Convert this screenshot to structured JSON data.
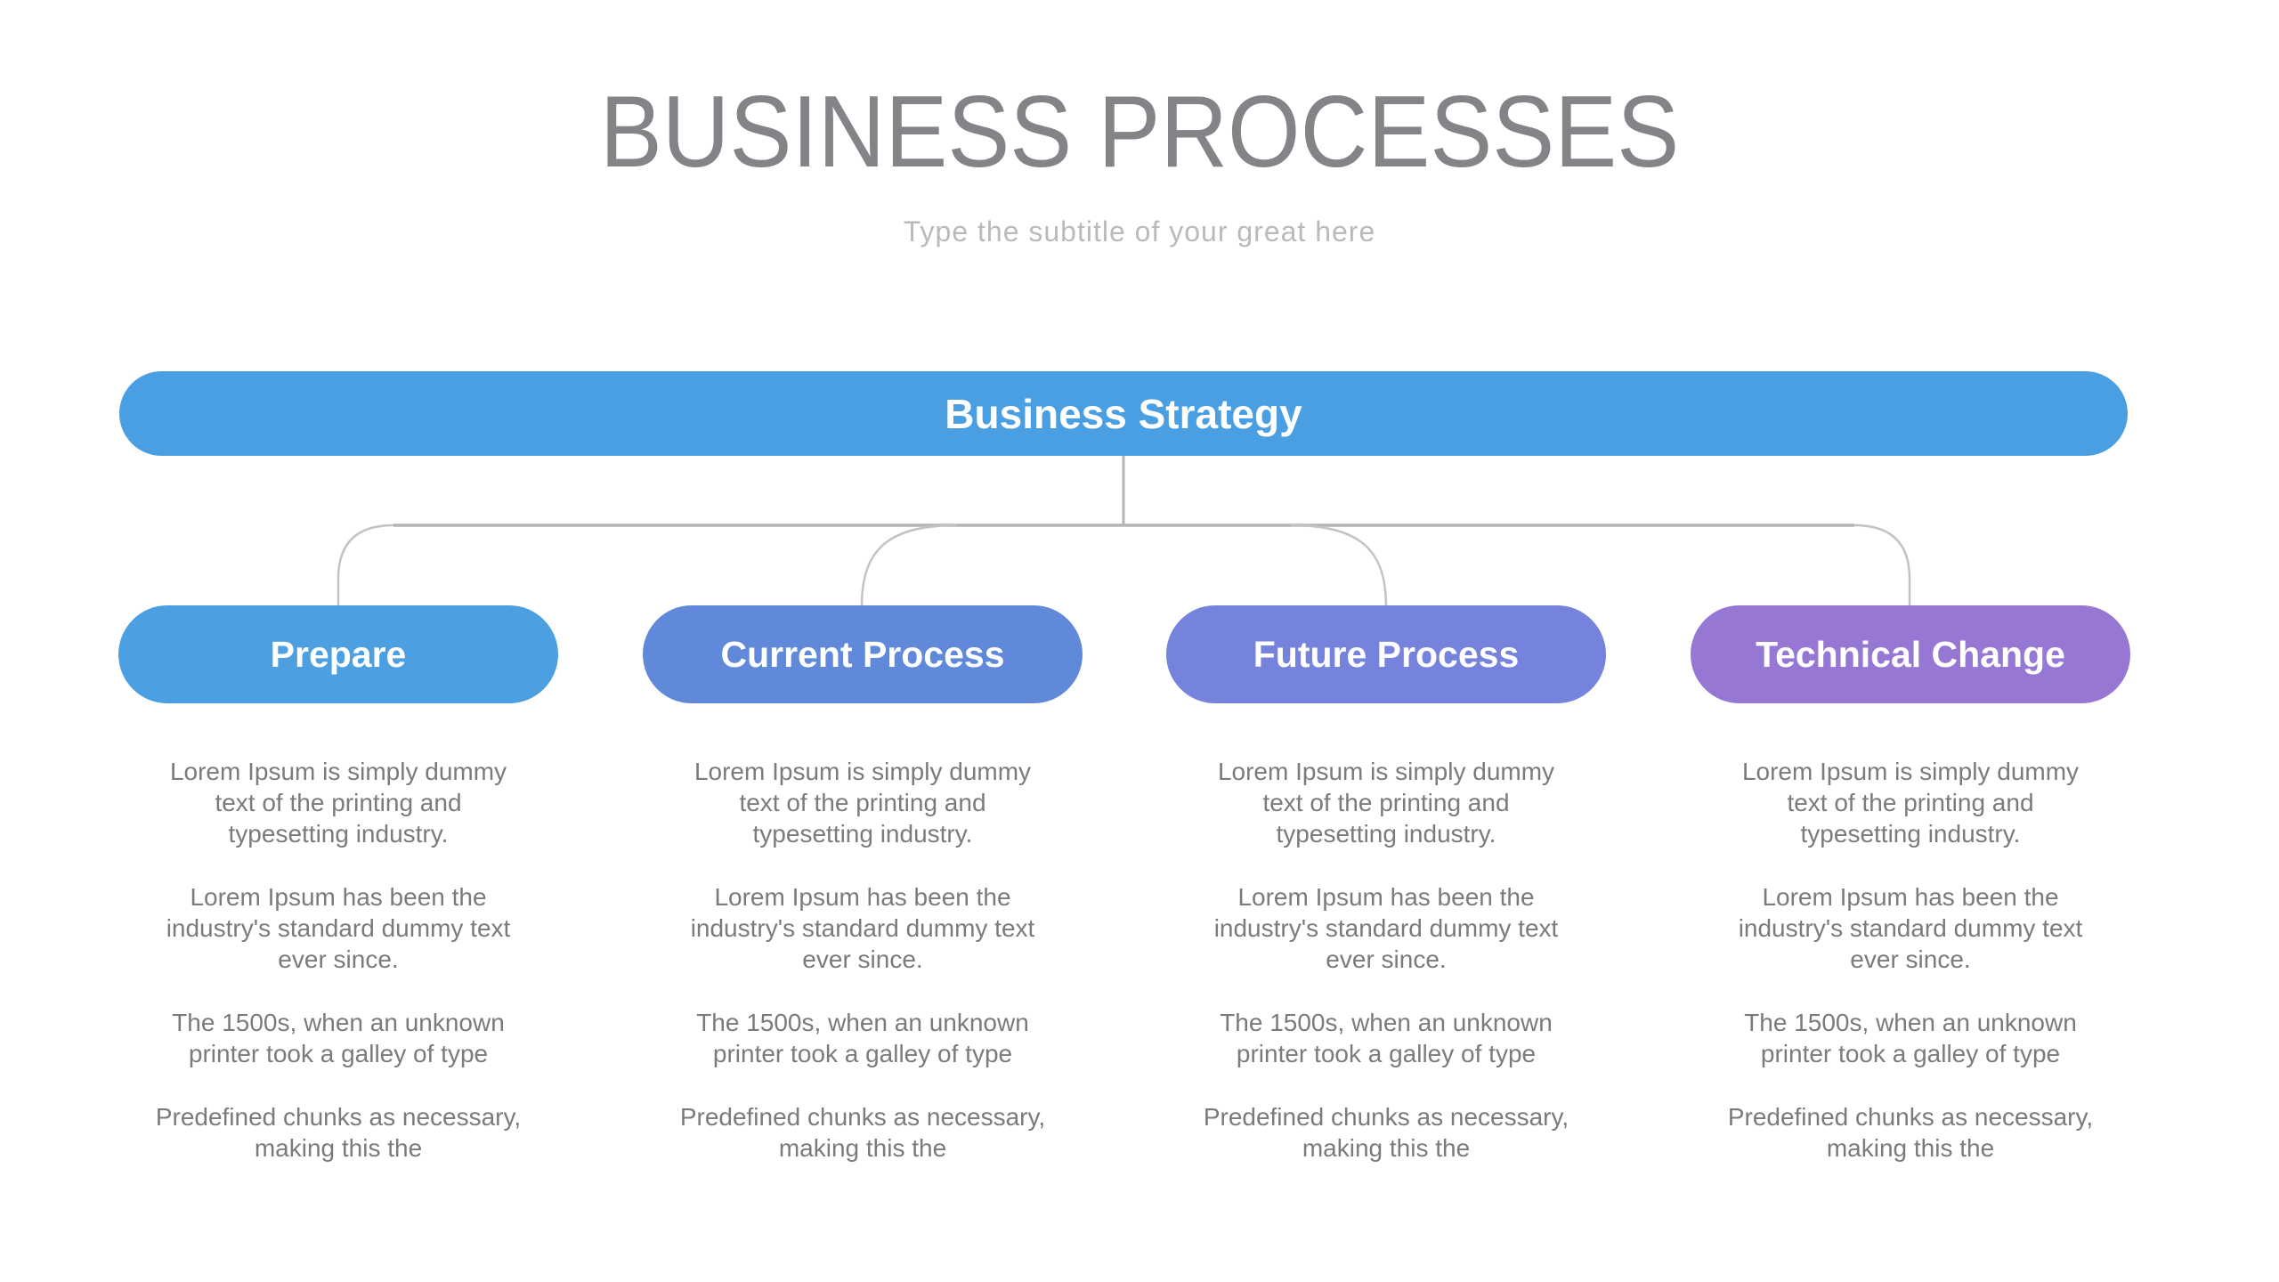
{
  "slide": {
    "title": "BUSINESS PROCESSES",
    "subtitle": "Type the subtitle of your great here",
    "background_color": "#ffffff",
    "title_color": "#828487",
    "subtitle_color": "#b9babc",
    "body_text_color": "#7b7b7b",
    "connector_color": "#bcbcbc"
  },
  "root_node": {
    "label": "Business Strategy",
    "color": "#4a9fe3"
  },
  "branches": [
    {
      "label": "Prepare",
      "color": "#4c9fe0",
      "paragraphs": [
        "Lorem Ipsum is simply dummy\ntext of the printing and\ntypesetting industry.",
        "Lorem Ipsum has been the\nindustry's standard dummy text\never since.",
        "The 1500s, when an unknown\nprinter took a galley of type",
        "Predefined chunks as necessary,\nmaking this the"
      ]
    },
    {
      "label": "Current Process",
      "color": "#6089da",
      "paragraphs": [
        "Lorem Ipsum is simply dummy\ntext of the printing and\ntypesetting industry.",
        "Lorem Ipsum has been the\nindustry's standard dummy text\never since.",
        "The 1500s, when an unknown\nprinter took a galley of type",
        "Predefined chunks as necessary,\nmaking this the"
      ]
    },
    {
      "label": "Future Process",
      "color": "#7583dc",
      "paragraphs": [
        "Lorem Ipsum is simply dummy\ntext of the printing and\ntypesetting industry.",
        "Lorem Ipsum has been the\nindustry's standard dummy text\never since.",
        "The 1500s, when an unknown\nprinter took a galley of type",
        "Predefined chunks as necessary,\nmaking this the"
      ]
    },
    {
      "label": "Technical Change",
      "color": "#9678d4",
      "paragraphs": [
        "Lorem Ipsum is simply dummy\ntext of the printing and\ntypesetting industry.",
        "Lorem Ipsum has been the\nindustry's standard dummy text\never since.",
        "The 1500s, when an unknown\nprinter took a galley of type",
        "Predefined chunks as necessary,\nmaking this the"
      ]
    }
  ]
}
